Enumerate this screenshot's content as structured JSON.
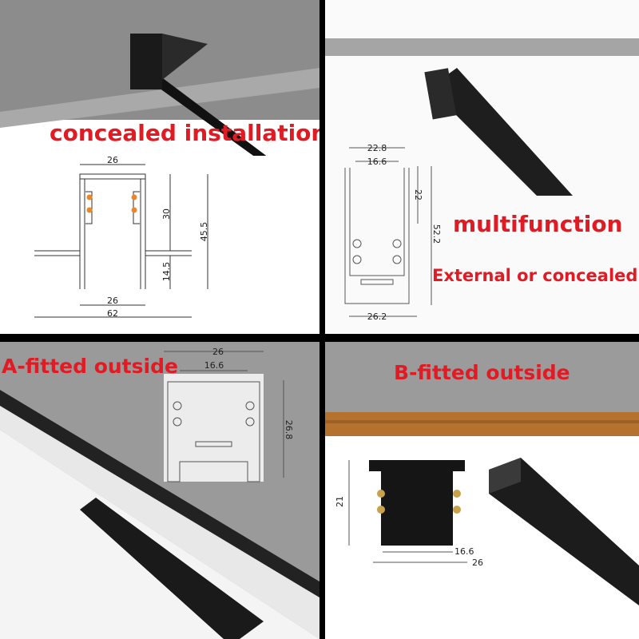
{
  "panels": [
    {
      "title": "concealed installation",
      "dimensions": {
        "top_width": "26",
        "upper_height": "30",
        "total_height": "45.5",
        "lower_height": "14.5",
        "bottom_width": "26",
        "flange_width": "62"
      }
    },
    {
      "title": "multifunction",
      "subtitle": "External or concealed",
      "dimensions": {
        "outer_width": "22.8",
        "inner_width": "16.6",
        "upper_height": "22",
        "total_height": "52.2",
        "bottom_width": "26.2"
      }
    },
    {
      "title": "A-fitted outside",
      "dimensions": {
        "outer_width": "26",
        "inner_width": "16.6",
        "height": "26.8"
      }
    },
    {
      "title": "B-fitted outside",
      "dimensions": {
        "height": "21",
        "inner_width": "16.6",
        "outer_width": "26"
      }
    }
  ],
  "colors": {
    "label": "#e01b24",
    "contact": "#e8882a",
    "wood": "#b5722e"
  }
}
